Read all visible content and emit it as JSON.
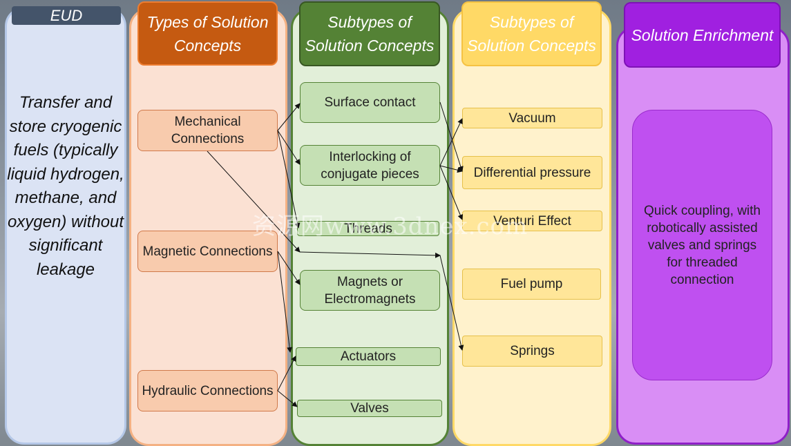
{
  "colors": {
    "eud_bg": "#dbe3f4",
    "eud_header": "#44546a",
    "types_bg": "#fbe1d3",
    "types_header": "#c55a11",
    "types_box": "#f8cbad",
    "subtypes_bg": "#e2efd9",
    "subtypes_header": "#548235",
    "subtypes_box": "#c5e0b4",
    "sub2_bg": "#fff2cc",
    "sub2_header": "#ffd966",
    "sub2_box": "#ffe699",
    "enrich_bg": "#d98ef5",
    "enrich_header": "#a020e0",
    "enrich_box": "#bf50f0"
  },
  "eud": {
    "header": "EUD",
    "text": "Transfer and store cryogenic fuels (typically liquid hydrogen, methane, and oxygen) without significant leakage"
  },
  "types": {
    "header": "Types of Solution Concepts",
    "items": [
      "Mechanical Connections",
      "Magnetic Connections",
      "Hydraulic Connections"
    ]
  },
  "subtypes": {
    "header": "Subtypes of Solution Concepts",
    "items": [
      "Surface contact",
      "Interlocking of conjugate pieces",
      "Threads",
      "Magnets or Electromagnets",
      "Actuators",
      "Valves"
    ]
  },
  "subtypes2": {
    "header": "Subtypes of Solution Concepts",
    "items": [
      "Vacuum",
      "Differential pressure",
      "Venturi Effect",
      "Fuel pump",
      "Springs"
    ]
  },
  "enrichment": {
    "header": "Solution Enrichment",
    "text": "Quick coupling, with robotically assisted valves and springs for threaded connection"
  },
  "watermark": "资源网www.3dnex.com"
}
